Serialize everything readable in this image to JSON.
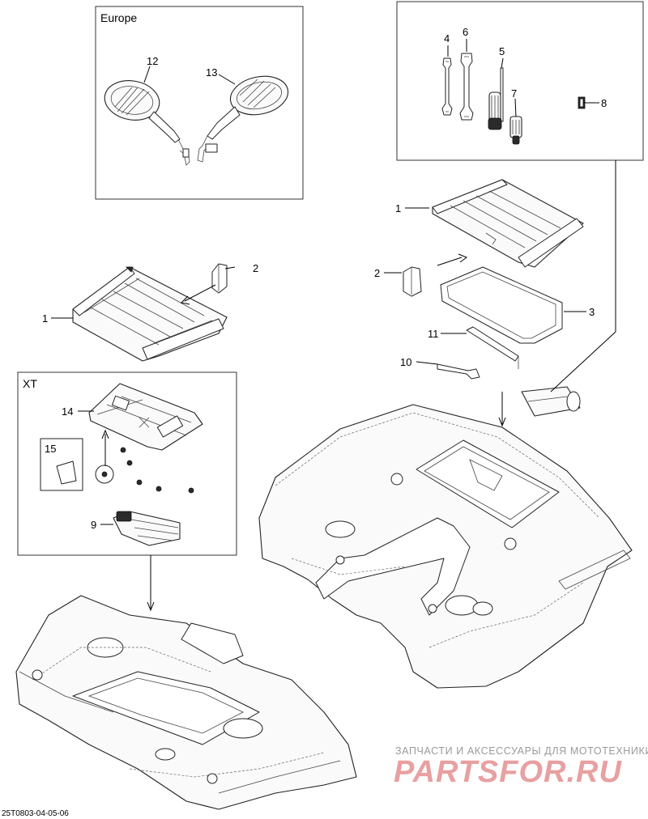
{
  "boxes": {
    "europe_label": "Europe",
    "xt_label": "XT"
  },
  "callouts": {
    "c1_left": "1",
    "c2_left": "2",
    "c1_right": "1",
    "c2_right": "2",
    "c3": "3",
    "c4": "4",
    "c5": "5",
    "c6": "6",
    "c7": "7",
    "c8": "8",
    "c9": "9",
    "c10": "10",
    "c11": "11",
    "c12": "12",
    "c13": "13",
    "c14": "14",
    "c15": "15"
  },
  "watermark": {
    "tagline": "ЗАПЧАСТИ И АКСЕССУАРЫ ДЛЯ МОТОТЕХНИКИ",
    "logo": "PARTSFOR.RU"
  },
  "document_id": "25T0803-04-05-06"
}
